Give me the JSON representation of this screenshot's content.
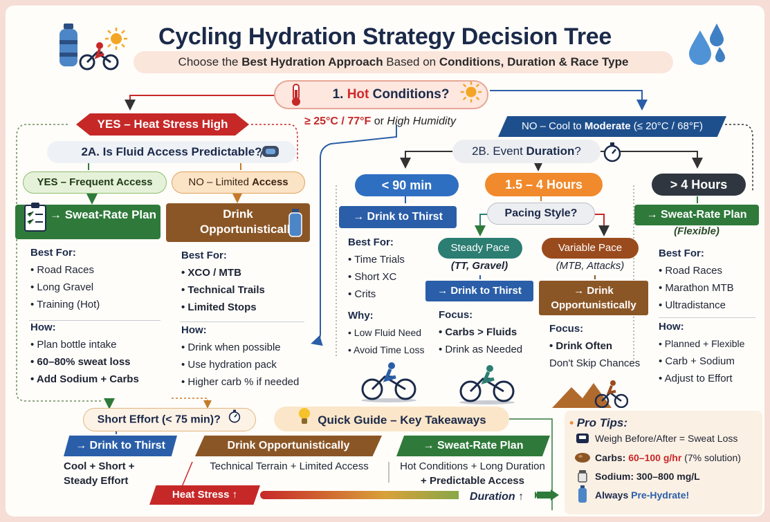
{
  "header": {
    "title": "Cycling Hydration Strategy Decision Tree",
    "subtitle_prefix": "Choose the ",
    "subtitle_bold1": "Best Hydration Approach",
    "subtitle_mid": " Based on ",
    "subtitle_bold2": "Conditions, Duration & Race Type"
  },
  "q1": {
    "number": "1. ",
    "hot": "Hot",
    "rest": " Conditions?",
    "condition_temp": "≥ 25°C / 77°F",
    "condition_or": " or ",
    "condition_humidity": "High Humidity"
  },
  "branch_yes": {
    "label": "YES – Heat Stress High"
  },
  "branch_no": {
    "prefix": "NO – Cool to ",
    "bold": "Moderate",
    "suffix": " (≤ 20°C / 68°F)"
  },
  "q2a": {
    "label": "2A. Is Fluid Access Predictable?",
    "yes_label": "YES – Frequent Access",
    "no_prefix": "NO – Limited ",
    "no_bold": "Access"
  },
  "q2b": {
    "prefix": "2B. Event ",
    "bold": "Duration",
    "suffix": "?"
  },
  "durations": {
    "short": "< 90 min",
    "medium": "1.5 – 4 Hours",
    "long": "> 4 Hours"
  },
  "sweat_rate_left": {
    "title": "→ Sweat-Rate Plan",
    "best_for_label": "Best For:",
    "best_for": [
      "Road Races",
      "Long Gravel",
      "Training (Hot)"
    ],
    "how_label": "How:",
    "how": [
      "Plan bottle intake",
      "60–80% sweat loss",
      "Add Sodium + Carbs"
    ]
  },
  "drink_opp_left": {
    "title": "Drink Opportunistically",
    "best_for_label": "Best For:",
    "best_for": [
      "XCO / MTB",
      "Technical Trails",
      "Limited Stops"
    ],
    "how_label": "How:",
    "how": [
      "Drink when possible",
      "Use hydration pack",
      "Higher carb % if needed"
    ]
  },
  "drink_thirst_short": {
    "title": "→ Drink to Thirst",
    "best_for_label": "Best For:",
    "best_for": [
      "Time Trials",
      "Short XC",
      "Crits"
    ],
    "why_label": "Why:",
    "why": [
      "Low Fluid Need",
      "Avoid Time Loss"
    ]
  },
  "pacing": {
    "question": "Pacing Style?",
    "steady_label": "Steady Pace",
    "steady_sub": "(TT, Gravel)",
    "variable_label": "Variable Pace",
    "variable_sub": "(MTB, Attacks)",
    "steady_strategy": "→ Drink to Thirst",
    "variable_strategy": "→ Drink Opportunistically",
    "steady_focus_label": "Focus:",
    "steady_focus": [
      "Carbs > Fluids",
      "Drink as Needed"
    ],
    "variable_focus_label": "Focus:",
    "variable_focus": [
      "Drink Often",
      "Don't Skip Chances"
    ]
  },
  "sweat_rate_right": {
    "title": "→ Sweat-Rate Plan",
    "sub": "(Flexible)",
    "best_for_label": "Best For:",
    "best_for": [
      "Road Races",
      "Marathon MTB",
      "Ultradistance"
    ],
    "how_label": "How:",
    "how": [
      "Planned + Flexible",
      "Carb + Sodium",
      "Adjust to Effort"
    ]
  },
  "bottom": {
    "short_effort": "Short Effort (< 75 min)?",
    "quick_guide": "Quick Guide – Key Takeaways",
    "thirst_title": "→ Drink to Thirst",
    "thirst_lines": [
      "Cool + Short +",
      "Steady Effort"
    ],
    "opp_title": "Drink Opportunistically",
    "opp_text": "Technical Terrain + Limited Access",
    "sweat_title": "→ Sweat-Rate Plan",
    "sweat_lines": [
      "Hot Conditions + Long Duration",
      "+ Predictable Access"
    ],
    "heat_stress": "Heat Stress ↑",
    "duration": "Duration ↑"
  },
  "pro_tips": {
    "title": "Pro Tips:",
    "tip1": "Weigh Before/After = Sweat Loss",
    "tip2_label": "Carbs: ",
    "tip2_value": "60–100 g/hr",
    "tip2_suffix": " (7% solution)",
    "tip3": "Sodium: 300–800 mg/L",
    "tip4_prefix": "Always ",
    "tip4_bold": "Pre-Hydrate!"
  },
  "icons": [
    "water-bottle-icon",
    "cyclist-icon",
    "sun-icon",
    "thermometer-icon",
    "water-drops-icon",
    "stopwatch-icon",
    "clipboard-icon",
    "hydration-pack-icon",
    "lightbulb-icon",
    "scale-icon",
    "salt-shaker-icon",
    "bottle-icon"
  ],
  "colors": {
    "hot_red": "#c62828",
    "cool_blue": "#1e4f8d",
    "green": "#2f7a3a",
    "brown": "#8b5626",
    "orange": "#f08a2c"
  }
}
